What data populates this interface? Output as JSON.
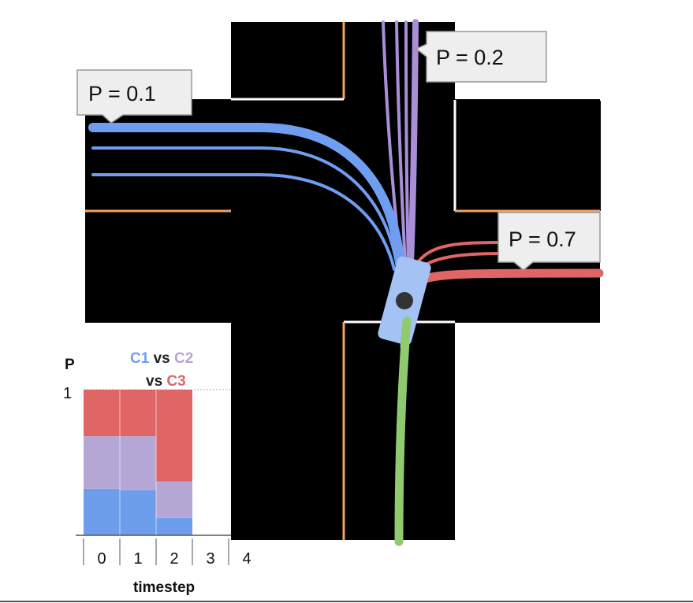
{
  "scene": {
    "colors": {
      "road": "#000000",
      "lane_marking_edge": "#f5a25d",
      "lane_marking_stop": "#ffffff",
      "c1_blue": "#6f9ef0",
      "c2_purple": "#a88fd8",
      "c3_red": "#e06666",
      "history_green": "#8fcb6e",
      "vehicle_body": "#a4c2f4",
      "vehicle_dot": "#333333",
      "callout_fill": "#eeeeee",
      "callout_border": "#999999"
    },
    "callouts": [
      {
        "id": "c1",
        "text": "P = 0.1"
      },
      {
        "id": "c2",
        "text": "P = 0.2"
      },
      {
        "id": "c3",
        "text": "P = 0.7"
      }
    ]
  },
  "chart_data": {
    "type": "bar",
    "stacked": true,
    "title_parts": [
      {
        "text": "C1",
        "color": "#6f9ef0"
      },
      {
        "text": " vs ",
        "color": "#222222"
      },
      {
        "text": "C2",
        "color": "#b4a7d6"
      },
      {
        "text": "vs ",
        "color": "#222222"
      },
      {
        "text": "C3",
        "color": "#e06666"
      }
    ],
    "xlabel": "timestep",
    "ylabel": "P",
    "ytick": "1",
    "categories": [
      "0",
      "1",
      "2",
      "3",
      "4"
    ],
    "ylim": [
      0,
      1
    ],
    "series": [
      {
        "name": "C1",
        "color": "#6d9eeb",
        "values": [
          0.32,
          0.31,
          0.12,
          null,
          null
        ]
      },
      {
        "name": "C2",
        "color": "#b4a7d6",
        "values": [
          0.36,
          0.37,
          0.25,
          null,
          null
        ]
      },
      {
        "name": "C3",
        "color": "#e06666",
        "values": [
          0.32,
          0.32,
          0.63,
          null,
          null
        ]
      }
    ]
  }
}
